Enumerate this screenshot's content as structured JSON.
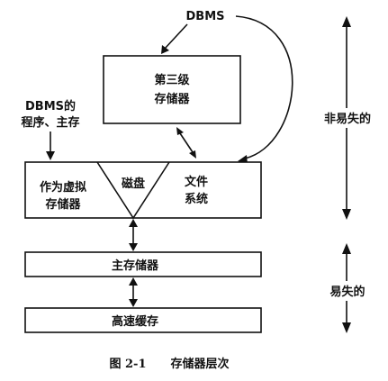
{
  "labels": {
    "dbms_top": "DBMS",
    "tertiary_line1": "第三级",
    "tertiary_line2": "存储器",
    "dbms_prog_line1": "DBMS的",
    "dbms_prog_line2": "程序、主存",
    "virtual_line1": "作为虚拟",
    "virtual_line2": "存储器",
    "disk": "磁盘",
    "fs_line1": "文件",
    "fs_line2": "系统",
    "main_memory": "主存储器",
    "cache": "高速缓存",
    "nonvolatile": "非易失的",
    "volatile": "易失的"
  },
  "caption": {
    "number": "图 2-1",
    "title": "存储器层次"
  }
}
